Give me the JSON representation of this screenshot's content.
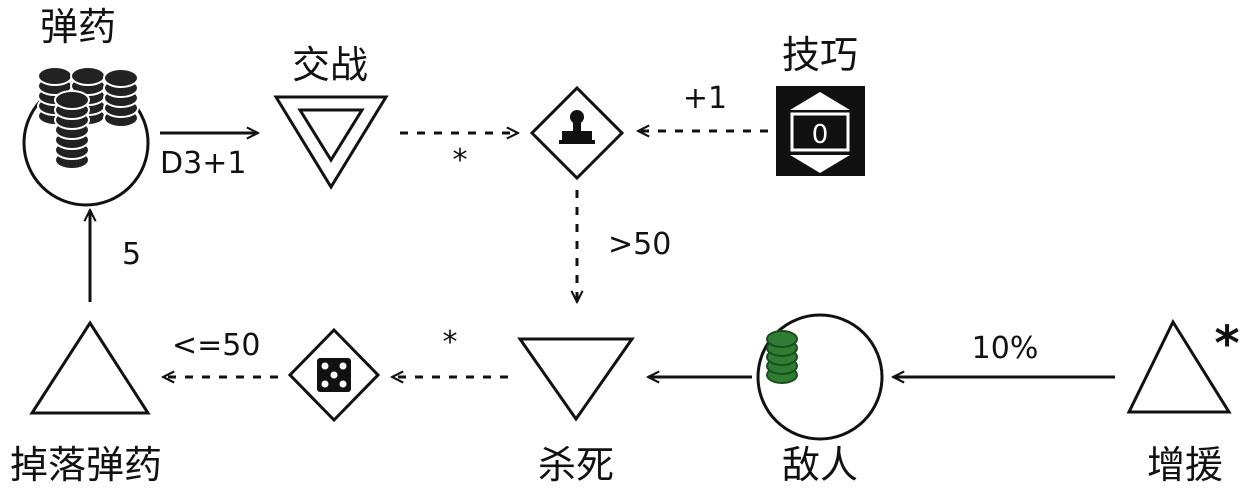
{
  "nodes": {
    "ammo": {
      "label": "弹药",
      "icon": "token-stack-icon"
    },
    "engage": {
      "label": "交战",
      "icon": "double-triangle-down-icon"
    },
    "gate": {
      "icon": "stamp-icon"
    },
    "skill": {
      "label": "技巧",
      "value": "0",
      "icon": "stepper-icon"
    },
    "kill": {
      "label": "杀死",
      "icon": "triangle-down-icon"
    },
    "dice": {
      "icon": "dice-icon"
    },
    "drop": {
      "label": "掉落弹药",
      "icon": "triangle-up-icon"
    },
    "enemy": {
      "label": "敌人",
      "icon": "token-pool-icon"
    },
    "reinforce": {
      "label": "增援",
      "marker": "*",
      "icon": "triangle-up-icon"
    }
  },
  "edges": {
    "ammo_engage": "D3+1",
    "engage_gate": "*",
    "skill_gate": "+1",
    "gate_kill": ">50",
    "kill_dice": "*",
    "dice_drop": "<=50",
    "drop_ammo": "5",
    "reinforce_enemy": "10%"
  },
  "colors": {
    "stroke": "#111111",
    "token_dark": "#222222",
    "token_green": "#2e7d32",
    "stepper_bg": "#111111"
  }
}
